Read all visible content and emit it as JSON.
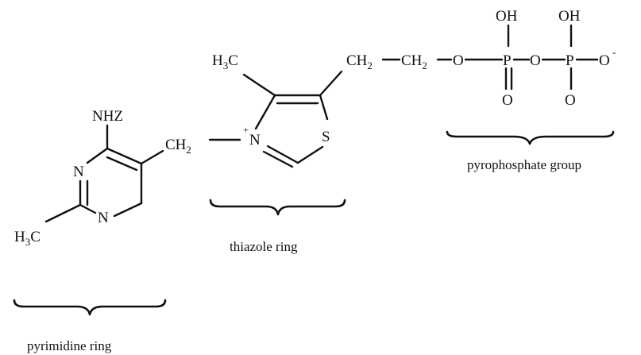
{
  "atoms": {
    "amine": "NHZ",
    "methylene_ch": "CH",
    "methylene_sub": "2",
    "pyrimidine_n_upper": "N",
    "pyrimidine_n_lower": "N",
    "pyrimidine_methyl_h": "H",
    "pyrimidine_methyl_sub": "3",
    "pyrimidine_methyl_c": "C",
    "thiazole_methyl_h": "H",
    "thiazole_methyl_sub": "3",
    "thiazole_methyl_c": "C",
    "thiazole_n": "N",
    "thiazole_charge": "+",
    "thiazole_s": "S",
    "chain_ch_1": "CH",
    "chain_sub_1": "2",
    "chain_ch_2": "CH",
    "chain_sub_2": "2",
    "chain_o_1": "O",
    "phosphorus_1": "P",
    "bridge_o": "O",
    "phosphorus_2": "P",
    "terminal_o": "O",
    "terminal_charge": "-",
    "hydroxyl_1": "OH",
    "hydroxyl_2": "OH",
    "oxo_1": "O",
    "oxo_2": "O"
  },
  "labels": {
    "pyrimidine": "pyrimidine ring",
    "thiazole": "thiazole ring",
    "pyrophosphate": "pyrophosphate group"
  }
}
